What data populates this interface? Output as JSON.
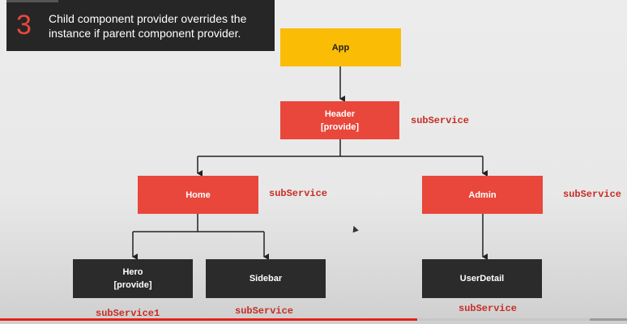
{
  "callout": {
    "number": "3",
    "text": "Child component provider overrides the instance if parent component provider."
  },
  "nodes": {
    "app": {
      "label": "App"
    },
    "header": {
      "label": "Header\n[provide]",
      "service": "subService"
    },
    "home": {
      "label": "Home",
      "service": "subService"
    },
    "admin": {
      "label": "Admin",
      "service": "subService"
    },
    "hero": {
      "label": "Hero\n[provide]",
      "service": "subService1"
    },
    "sidebar": {
      "label": "Sidebar",
      "service": "subService"
    },
    "userdetail": {
      "label": "UserDetail",
      "service": "subService"
    }
  },
  "colors": {
    "root": "#fbbc05",
    "provider": "#e9473b",
    "leaf": "#2b2b2b",
    "service_text": "#c62d24",
    "progress": "#e62117"
  },
  "video_progress": {
    "played": 0.665,
    "buffered": 0.94
  },
  "icons": {
    "cursor": "mouse-pointer-icon"
  }
}
